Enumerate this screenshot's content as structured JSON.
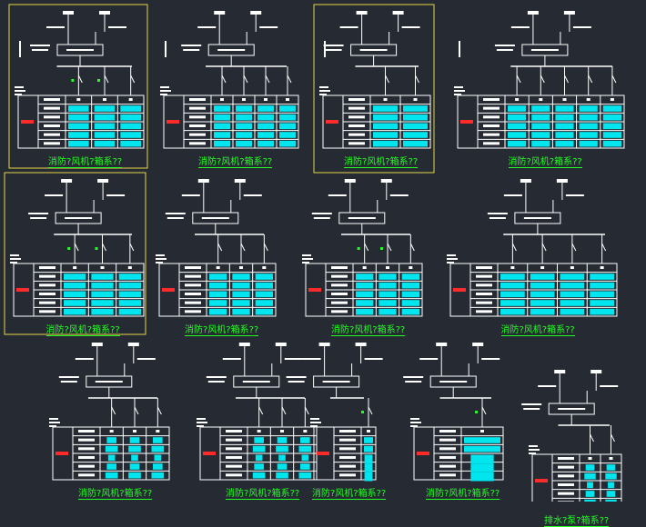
{
  "drawing": {
    "background": "#262b33",
    "colors": {
      "line": "#ffffff",
      "cyan": "#00e5ee",
      "red": "#ff2a2a",
      "green": "#22ff22",
      "highlight": "#e6d44a"
    }
  },
  "diagrams": [
    {
      "id": "d1",
      "title": "消防?风机?箱系??",
      "columns": 3,
      "highlighted": true,
      "green_marks": true,
      "cyan_style": "blocks"
    },
    {
      "id": "d2",
      "title": "消防?风机?箱系??",
      "columns": 4,
      "highlighted": false,
      "green_marks": false,
      "cyan_style": "blocks"
    },
    {
      "id": "d3",
      "title": "消防?风机?箱系??",
      "columns": 2,
      "highlighted": true,
      "green_marks": false,
      "cyan_style": "blocks"
    },
    {
      "id": "d4",
      "title": "消防?风机?箱系??",
      "columns": 5,
      "highlighted": false,
      "green_marks": false,
      "cyan_style": "blocks"
    },
    {
      "id": "d5",
      "title": "消防?风机?箱系??",
      "columns": 3,
      "highlighted": true,
      "green_marks": true,
      "cyan_style": "blocks"
    },
    {
      "id": "d6",
      "title": "消防?风机?箱系??",
      "columns": 3,
      "highlighted": false,
      "green_marks": false,
      "cyan_style": "blocks"
    },
    {
      "id": "d7",
      "title": "消防?风机?箱系??",
      "columns": 3,
      "highlighted": false,
      "green_marks": true,
      "cyan_style": "blocks"
    },
    {
      "id": "d8",
      "title": "消防?风机?箱系??",
      "columns": 4,
      "highlighted": false,
      "green_marks": false,
      "cyan_style": "blocks"
    },
    {
      "id": "d9",
      "title": "消防?风机?箱系??",
      "columns": 3,
      "highlighted": false,
      "green_marks": false,
      "cyan_style": "steps"
    },
    {
      "id": "d10",
      "title": "消防?风机?箱系??",
      "columns": 3,
      "highlighted": false,
      "green_marks": false,
      "cyan_style": "steps"
    },
    {
      "id": "d11",
      "title": "消防?风机?箱系??",
      "columns": 1,
      "highlighted": false,
      "green_marks": true,
      "cyan_style": "big"
    },
    {
      "id": "d12",
      "title": "消防?风机?箱系??",
      "columns": 1,
      "highlighted": false,
      "green_marks": true,
      "cyan_style": "big"
    },
    {
      "id": "d13",
      "title": "排水?泵?箱系??",
      "columns": 2,
      "highlighted": false,
      "green_marks": false,
      "cyan_style": "steps"
    }
  ]
}
